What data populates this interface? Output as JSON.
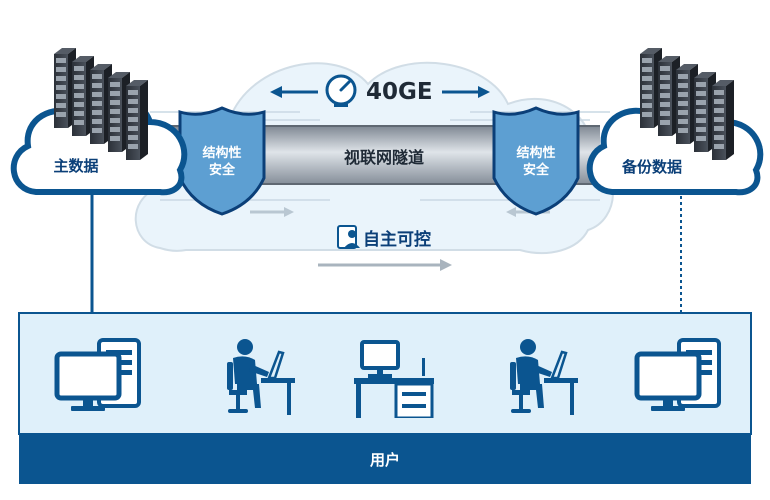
{
  "speed_label": "40GE",
  "tunnel_label": "视联网隧道",
  "shield_left": {
    "line1": "结构性",
    "line2": "安全"
  },
  "shield_right": {
    "line1": "结构性",
    "line2": "安全"
  },
  "control_label": "自主可控",
  "main_data_label": "主数据",
  "backup_data_label": "备份数据",
  "users_label": "用户",
  "colors": {
    "navy": "#0b5590",
    "dark_navy": "#0b3f78",
    "shield_fill": "#5d9fd2",
    "cloud_fill": "#eaf4fb",
    "panel_fill": "#dff0fa"
  }
}
